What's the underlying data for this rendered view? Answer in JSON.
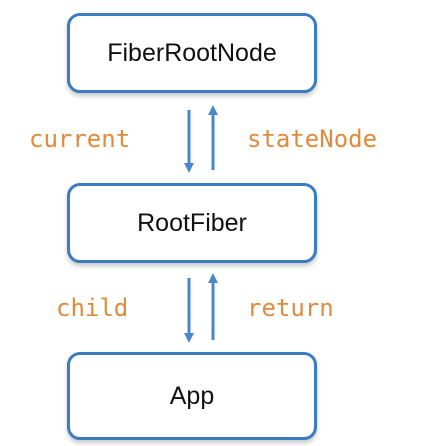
{
  "nodes": {
    "fiber_root_node": "FiberRootNode",
    "root_fiber": "RootFiber",
    "app": "App"
  },
  "edges": {
    "current": "current",
    "state_node": "stateNode",
    "child": "child",
    "return": "return"
  },
  "colors": {
    "node_border": "#3a7bc2",
    "arrow": "#4a88c8",
    "edge_label": "#e08a3c"
  }
}
